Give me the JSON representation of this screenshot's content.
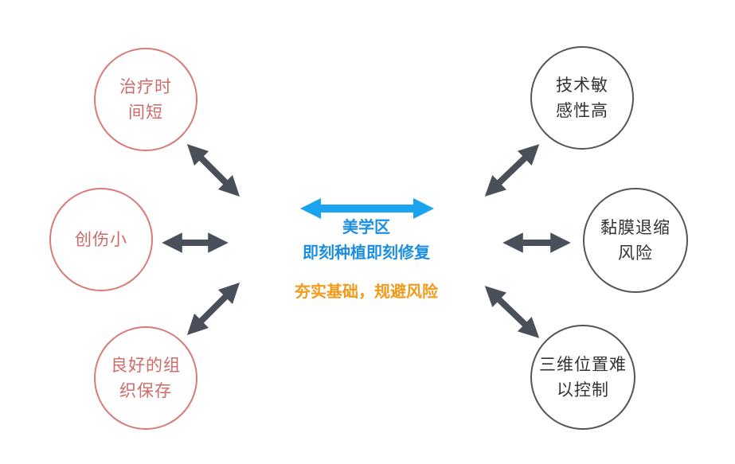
{
  "center": {
    "title": "美学区",
    "subtitle": "即刻种植即刻修复",
    "slogan": "夯实基础，规避风险",
    "title_color": "#1e8fe0",
    "slogan_color": "#f39a1a",
    "arrow_color": "#1aa3ee"
  },
  "advantages": [
    {
      "label": "治疗时\n间短"
    },
    {
      "label": "创伤小"
    },
    {
      "label": "良好的组\n织保存"
    }
  ],
  "risks": [
    {
      "label": "技术敏\n感性高"
    },
    {
      "label": "黏膜退缩\n风险"
    },
    {
      "label": "三维位置难\n以控制"
    }
  ],
  "colors": {
    "advantage_border": "#d97a78",
    "risk_border": "#555555",
    "connector_arrow": "#4a5059"
  }
}
